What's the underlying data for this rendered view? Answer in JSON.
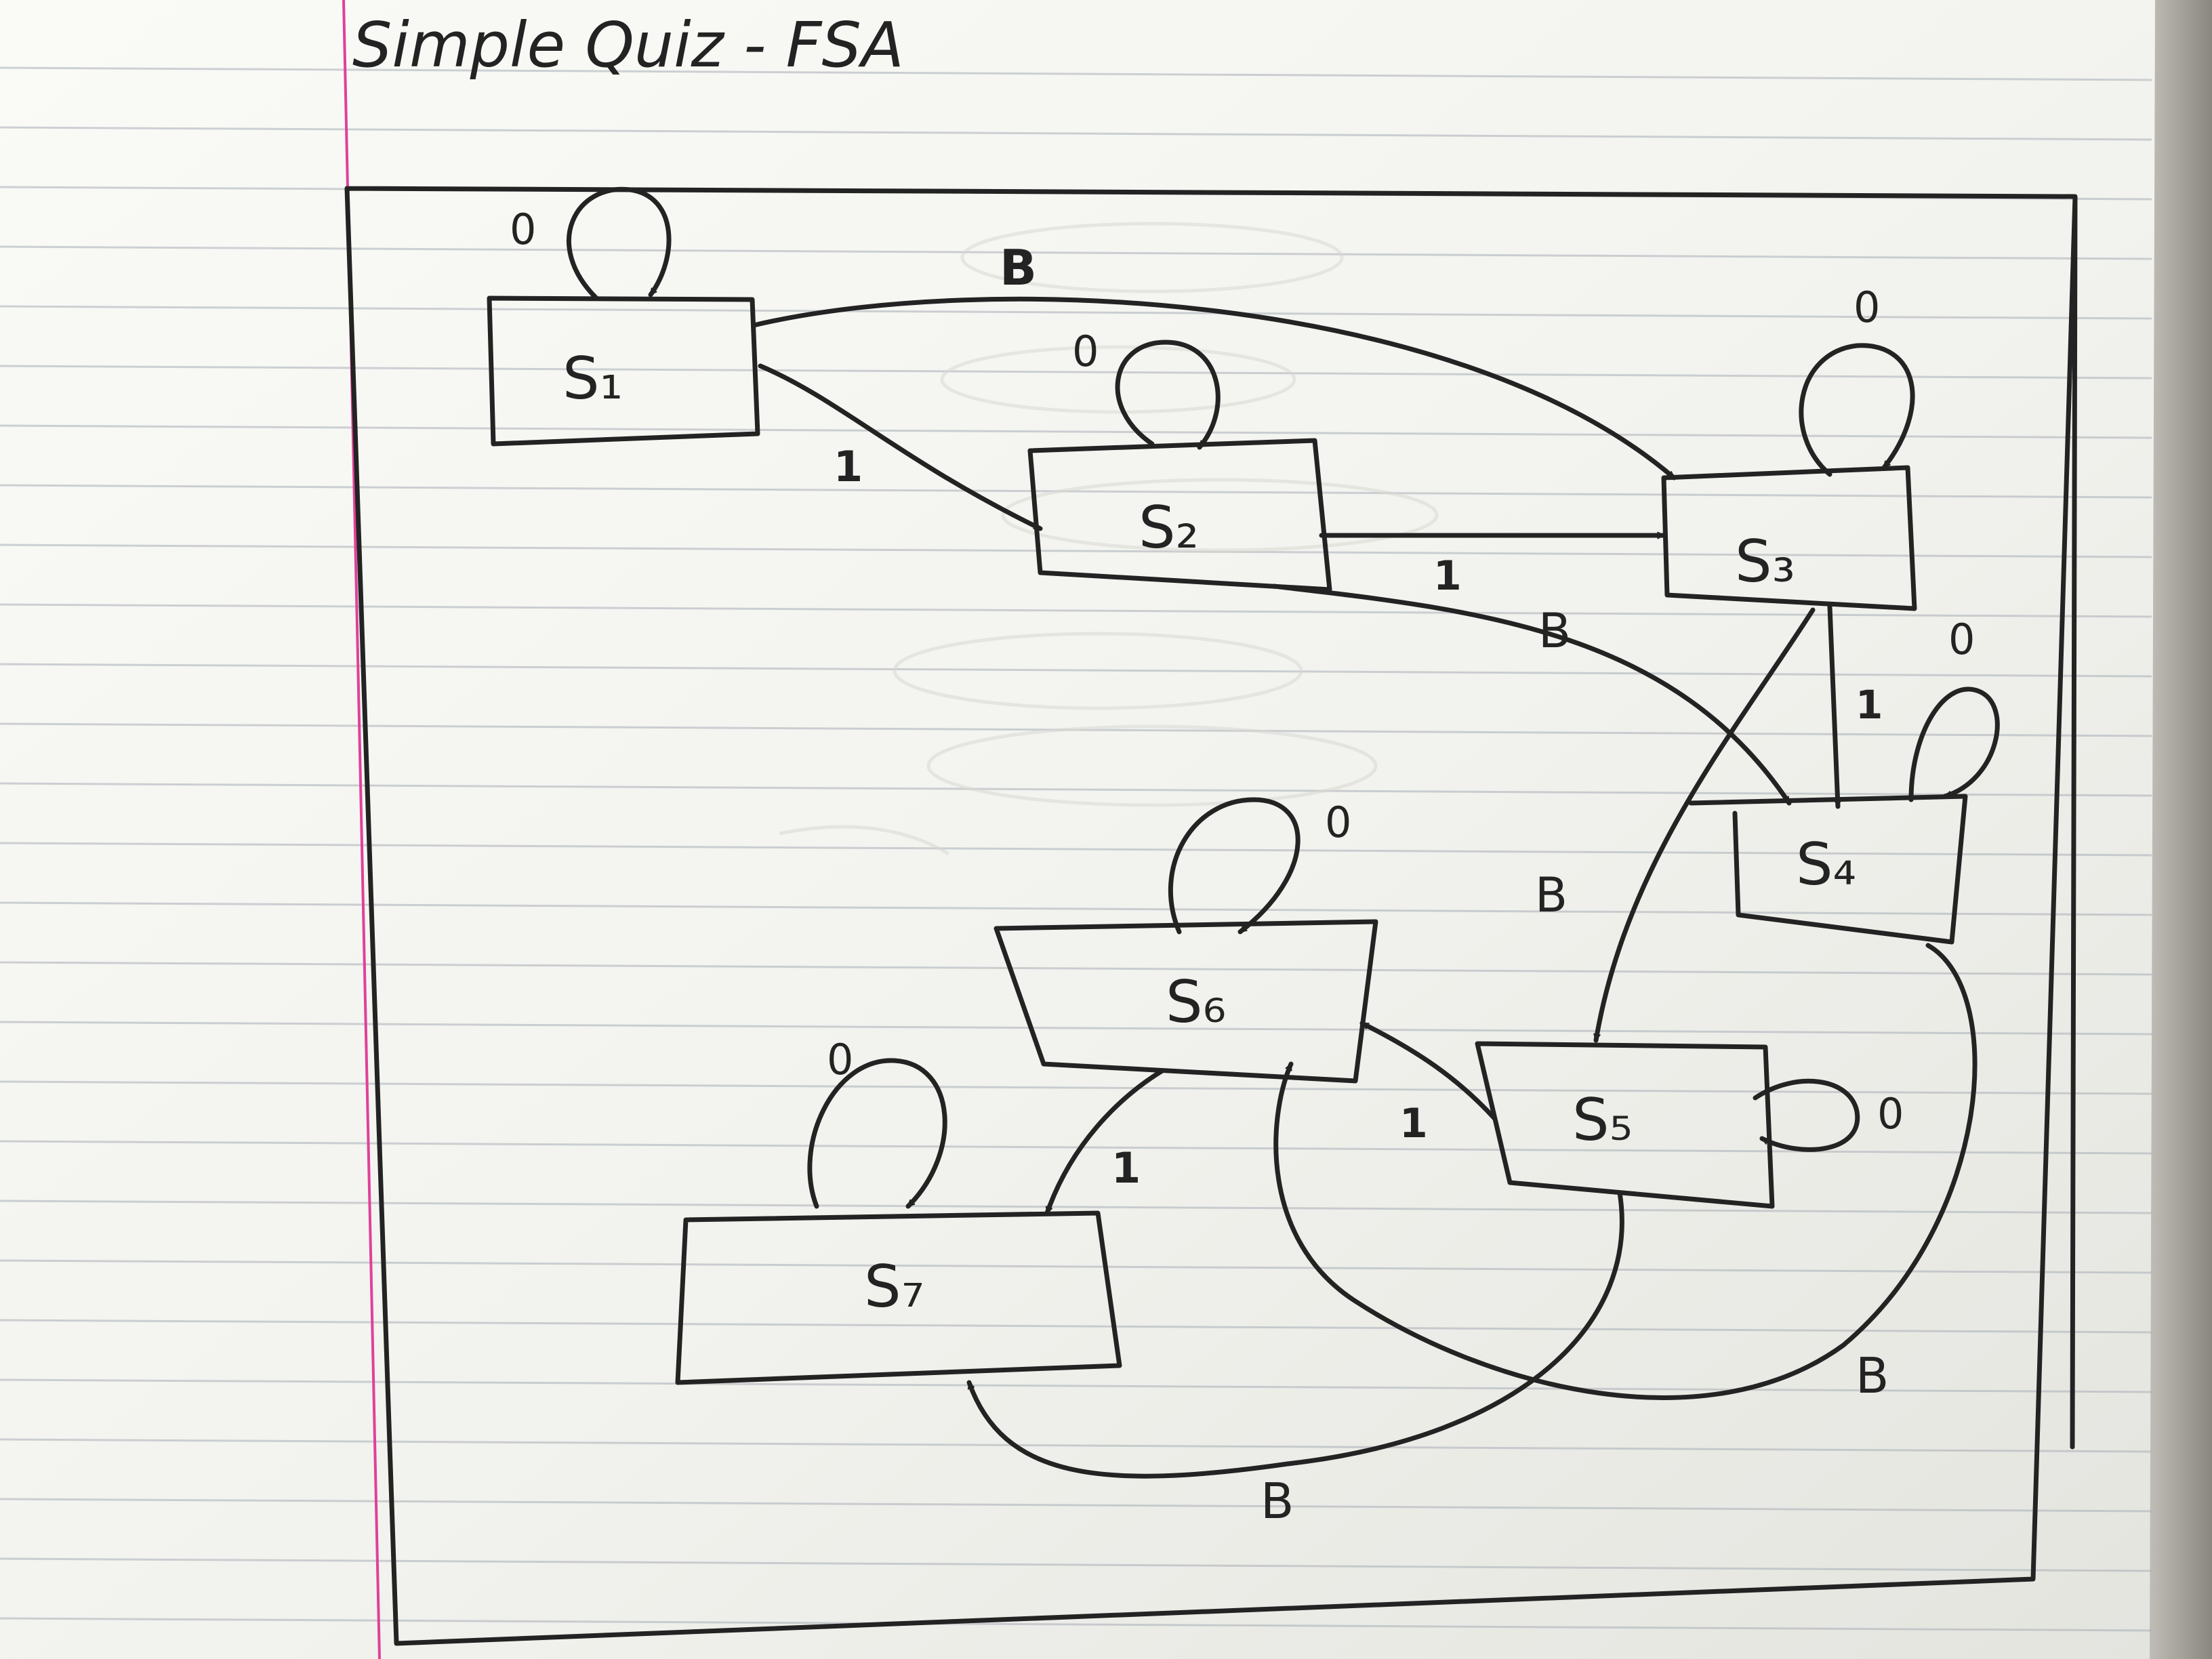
{
  "title": "Simple Quiz - FSA",
  "states": [
    {
      "id": "s1",
      "label": "S₁"
    },
    {
      "id": "s2",
      "label": "S₂"
    },
    {
      "id": "s3",
      "label": "S₃"
    },
    {
      "id": "s4",
      "label": "S₄"
    },
    {
      "id": "s5",
      "label": "S₅"
    },
    {
      "id": "s6",
      "label": "S₆"
    },
    {
      "id": "s7",
      "label": "S₇"
    }
  ],
  "transitions": [
    {
      "id": "t-s1-s1",
      "from": "s1",
      "to": "s1",
      "label": "0"
    },
    {
      "id": "t-s1-s2",
      "from": "s1",
      "to": "s2",
      "label": "1"
    },
    {
      "id": "t-s1-s3",
      "from": "s1",
      "to": "s3",
      "label": "B"
    },
    {
      "id": "t-s2-s2",
      "from": "s2",
      "to": "s2",
      "label": "0"
    },
    {
      "id": "t-s2-s3",
      "from": "s2",
      "to": "s3",
      "label": "1"
    },
    {
      "id": "t-s2-s4",
      "from": "s2",
      "to": "s4",
      "label": "B"
    },
    {
      "id": "t-s3-s3",
      "from": "s3",
      "to": "s3",
      "label": "0"
    },
    {
      "id": "t-s3-s4",
      "from": "s3",
      "to": "s4",
      "label": "1"
    },
    {
      "id": "t-s3-s5",
      "from": "s3",
      "to": "s5",
      "label": "B"
    },
    {
      "id": "t-s4-s4",
      "from": "s4",
      "to": "s4",
      "label": "0"
    },
    {
      "id": "t-s4-s6",
      "from": "s4",
      "to": "s6",
      "label": "B"
    },
    {
      "id": "t-s5-s5",
      "from": "s5",
      "to": "s5",
      "label": "0"
    },
    {
      "id": "t-s5-s6",
      "from": "s5",
      "to": "s6",
      "label": "1"
    },
    {
      "id": "t-s5-s7",
      "from": "s5",
      "to": "s7",
      "label": "B"
    },
    {
      "id": "t-s6-s6",
      "from": "s6",
      "to": "s6",
      "label": "0"
    },
    {
      "id": "t-s6-s7",
      "from": "s6",
      "to": "s7",
      "label": "1"
    },
    {
      "id": "t-s7-s7",
      "from": "s7",
      "to": "s7",
      "label": "0"
    }
  ]
}
